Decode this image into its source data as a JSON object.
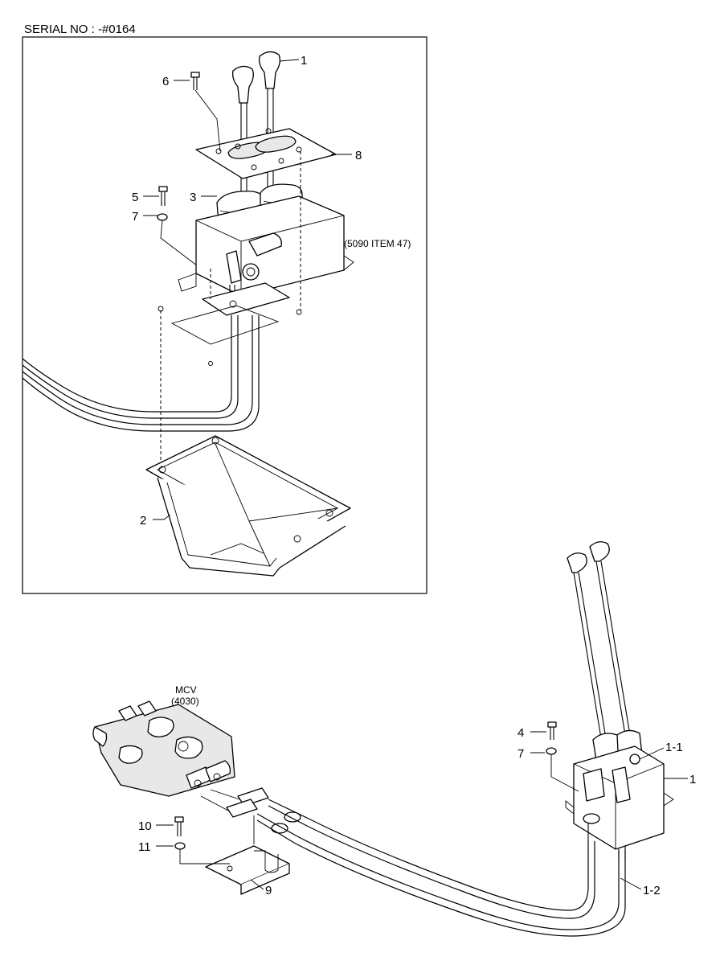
{
  "header": {
    "serial": "SERIAL NO : -#0164"
  },
  "top_labels": {
    "l1": "1",
    "l2": "2",
    "l3": "3",
    "l5": "5",
    "l6": "6",
    "l7": "7",
    "l8": "8",
    "ref": "(5090 ITEM 47)"
  },
  "bottom_labels": {
    "mcv": "MCV",
    "mcv_ref": "(4030)",
    "l4": "4",
    "l7": "7",
    "l1_1": "1-1",
    "l1": "1",
    "l1_2": "1-2",
    "l9": "9",
    "l10": "10",
    "l11": "11"
  }
}
